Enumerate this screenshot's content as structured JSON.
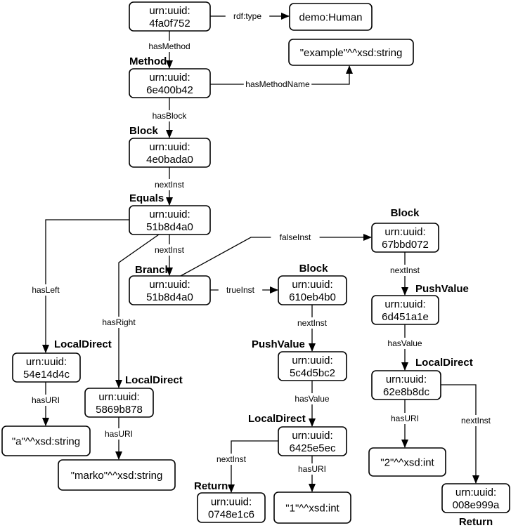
{
  "nodes": [
    {
      "id": "n_human_uuid",
      "lines": [
        "urn:uuid:",
        "4fa0f752"
      ]
    },
    {
      "id": "n_human_type",
      "lines": [
        "demo:Human"
      ]
    },
    {
      "id": "n_example",
      "lines": [
        "\"example\"^^xsd:string"
      ]
    },
    {
      "id": "n_method",
      "lines": [
        "urn:uuid:",
        "6e400b42"
      ],
      "type_label": "Method"
    },
    {
      "id": "n_block1",
      "lines": [
        "urn:uuid:",
        "4e0bada0"
      ],
      "type_label": "Block"
    },
    {
      "id": "n_equals",
      "lines": [
        "urn:uuid:",
        "51b8d4a0"
      ],
      "type_label": "Equals"
    },
    {
      "id": "n_branch",
      "lines": [
        "urn:uuid:",
        "51b8d4a0"
      ],
      "type_label": "Branch"
    },
    {
      "id": "n_block_true",
      "lines": [
        "urn:uuid:",
        "610eb4b0"
      ],
      "type_label": "Block"
    },
    {
      "id": "n_block_false",
      "lines": [
        "urn:uuid:",
        "67bbd072"
      ],
      "type_label": "Block"
    },
    {
      "id": "n_push_false",
      "lines": [
        "urn:uuid:",
        "6d451a1e"
      ],
      "type_label": "PushValue"
    },
    {
      "id": "n_push_true",
      "lines": [
        "urn:uuid:",
        "5c4d5bc2"
      ],
      "type_label": "PushValue"
    },
    {
      "id": "n_local_left",
      "lines": [
        "urn:uuid:",
        "54e14d4c"
      ],
      "type_label": "LocalDirect"
    },
    {
      "id": "n_local_right",
      "lines": [
        "urn:uuid:",
        "5869b878"
      ],
      "type_label": "LocalDirect"
    },
    {
      "id": "n_local_true",
      "lines": [
        "urn:uuid:",
        "6425e5ec"
      ],
      "type_label": "LocalDirect"
    },
    {
      "id": "n_local_false",
      "lines": [
        "urn:uuid:",
        "62e8b8dc"
      ],
      "type_label": "LocalDirect"
    },
    {
      "id": "n_lit_a",
      "lines": [
        "\"a\"^^xsd:string"
      ]
    },
    {
      "id": "n_lit_marko",
      "lines": [
        "\"marko\"^^xsd:string"
      ]
    },
    {
      "id": "n_lit_2",
      "lines": [
        "\"2\"^^xsd:int"
      ]
    },
    {
      "id": "n_lit_1",
      "lines": [
        "\"1\"^^xsd:int"
      ]
    },
    {
      "id": "n_return_true",
      "lines": [
        "urn:uuid:",
        "0748e1c6"
      ],
      "type_label": "Return"
    },
    {
      "id": "n_return_false",
      "lines": [
        "urn:uuid:",
        "008e999a"
      ],
      "type_label": "Return"
    }
  ],
  "edges": [
    {
      "id": "e_rdftype",
      "from": "n_human_uuid",
      "to": "n_human_type",
      "label": "rdf:type"
    },
    {
      "id": "e_hasmethod",
      "from": "n_human_uuid",
      "to": "n_method",
      "label": "hasMethod"
    },
    {
      "id": "e_hasmethodname",
      "from": "n_method",
      "to": "n_example",
      "label": "hasMethodName"
    },
    {
      "id": "e_hasblock",
      "from": "n_method",
      "to": "n_block1",
      "label": "hasBlock"
    },
    {
      "id": "e_nextinst_1",
      "from": "n_block1",
      "to": "n_equals",
      "label": "nextInst"
    },
    {
      "id": "e_nextinst_2",
      "from": "n_equals",
      "to": "n_branch",
      "label": "nextInst"
    },
    {
      "id": "e_hasleft",
      "from": "n_equals",
      "to": "n_local_left",
      "label": "hasLeft"
    },
    {
      "id": "e_hasright",
      "from": "n_equals",
      "to": "n_local_right",
      "label": "hasRight"
    },
    {
      "id": "e_falseinst",
      "from": "n_branch",
      "to": "n_block_false",
      "label": "falseInst"
    },
    {
      "id": "e_trueinst",
      "from": "n_branch",
      "to": "n_block_true",
      "label": "trueInst"
    },
    {
      "id": "e_nextinst_3",
      "from": "n_block_false",
      "to": "n_push_false",
      "label": "nextInst"
    },
    {
      "id": "e_hasvalue_1",
      "from": "n_push_false",
      "to": "n_local_false",
      "label": "hasValue"
    },
    {
      "id": "e_hasuri_false",
      "from": "n_local_false",
      "to": "n_lit_2",
      "label": "hasURI"
    },
    {
      "id": "e_nextinst_false",
      "from": "n_local_false",
      "to": "n_return_false",
      "label": "nextInst"
    },
    {
      "id": "e_nextinst_4",
      "from": "n_block_true",
      "to": "n_push_true",
      "label": "nextInst"
    },
    {
      "id": "e_hasvalue_2",
      "from": "n_push_true",
      "to": "n_local_true",
      "label": "hasValue"
    },
    {
      "id": "e_hasuri_true",
      "from": "n_local_true",
      "to": "n_lit_1",
      "label": "hasURI"
    },
    {
      "id": "e_nextinst_true",
      "from": "n_local_true",
      "to": "n_return_true",
      "label": "nextInst"
    },
    {
      "id": "e_hasuri_left",
      "from": "n_local_left",
      "to": "n_lit_a",
      "label": "hasURI"
    },
    {
      "id": "e_hasuri_right",
      "from": "n_local_right",
      "to": "n_lit_marko",
      "label": "hasURI"
    }
  ]
}
